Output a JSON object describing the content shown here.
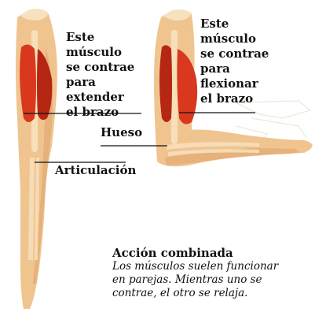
{
  "labels": {
    "extend": [
      "Este músculo",
      "se contrae",
      "para",
      "extender",
      "el brazo"
    ],
    "flex": [
      "Este",
      "músculo",
      "se contrae",
      "para",
      "flexionar",
      "el brazo"
    ],
    "bone": "Hueso",
    "joint": "Articulación"
  },
  "caption": {
    "title": "Acción combinada",
    "lines": [
      "Los músculos suelen funcionar",
      "en parejas. Mientras uno se",
      "contrae, el otro se relaja."
    ]
  },
  "colors": {
    "skin": "#f0c48f",
    "skin_shadow": "#e0a56c",
    "muscle": "#d9381e",
    "muscle_dark": "#b52712",
    "bone": "#f7e2bf",
    "line": "#111111"
  }
}
